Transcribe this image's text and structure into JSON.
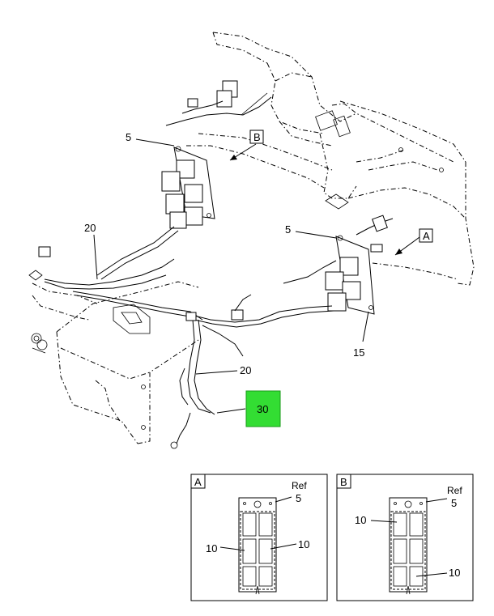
{
  "callouts": {
    "c5_top": "5",
    "c5_mid": "5",
    "c20_left": "20",
    "c20_center": "20",
    "c15": "15",
    "c30": "30"
  },
  "view_flags": {
    "a": "A",
    "b": "B"
  },
  "detail_a": {
    "title": "A",
    "ref": "Ref",
    "ref_num": "5",
    "left": "10",
    "right": "10"
  },
  "detail_b": {
    "title": "B",
    "ref": "Ref",
    "ref_num": "5",
    "upper": "10",
    "lower": "10"
  },
  "colors": {
    "highlight": "#33dd33",
    "line": "#000000"
  }
}
